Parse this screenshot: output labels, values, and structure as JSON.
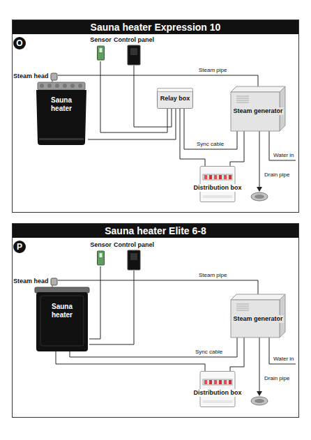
{
  "diagram": {
    "nodes": [
      {
        "text": [
          "Sauna heater Expression 10"
        ]
      },
      {
        "text": [
          "O"
        ]
      },
      {
        "text": [
          "Sensor"
        ]
      },
      {
        "text": [
          "Control panel"
        ]
      },
      {
        "text": [
          "Steam head"
        ]
      },
      {
        "text": [
          "Sauna heater"
        ]
      },
      {
        "text": [
          "Relay box"
        ]
      },
      {
        "text": [
          "Steam generator"
        ]
      },
      {
        "text": [
          "Distribution box"
        ]
      },
      {
        "text": [
          "Sauna heater Elite 6-8"
        ]
      },
      {
        "text": [
          "P"
        ]
      },
      {
        "text": [
          "Sensor"
        ]
      },
      {
        "text": [
          "Control panel"
        ]
      },
      {
        "text": [
          "Steam head"
        ]
      },
      {
        "text": [
          "Sauna heater"
        ]
      },
      {
        "text": [
          "Steam generator"
        ]
      },
      {
        "text": [
          "Distribution box"
        ]
      }
    ],
    "edges": [
      {
        "from": 2,
        "to": 6,
        "arrow": "none"
      },
      {
        "from": 3,
        "to": 6,
        "arrow": "none"
      },
      {
        "from": 5,
        "to": 6,
        "arrow": "none"
      },
      {
        "from": 4,
        "to": 7,
        "label": "Steam pipe",
        "arrow": "none"
      },
      {
        "from": 6,
        "to": 7,
        "label": "Sync cable",
        "arrow": "none"
      },
      {
        "from": 6,
        "to": 8,
        "arrow": "none"
      },
      {
        "from": 7,
        "to": 8,
        "arrow": "none"
      },
      {
        "from": 11,
        "to": 14,
        "arrow": "none"
      },
      {
        "from": 12,
        "to": 14,
        "arrow": "none"
      },
      {
        "from": 13,
        "to": 15,
        "label": "Steam pipe",
        "arrow": "none"
      },
      {
        "from": 14,
        "to": 15,
        "label": "Sync cable",
        "arrow": "none"
      },
      {
        "from": 14,
        "to": 16,
        "arrow": "none"
      },
      {
        "from": 15,
        "to": 16,
        "arrow": "none"
      }
    ],
    "labels": [
      "Water in",
      "Drain pipe",
      "Water in",
      "Drain pipe"
    ]
  }
}
